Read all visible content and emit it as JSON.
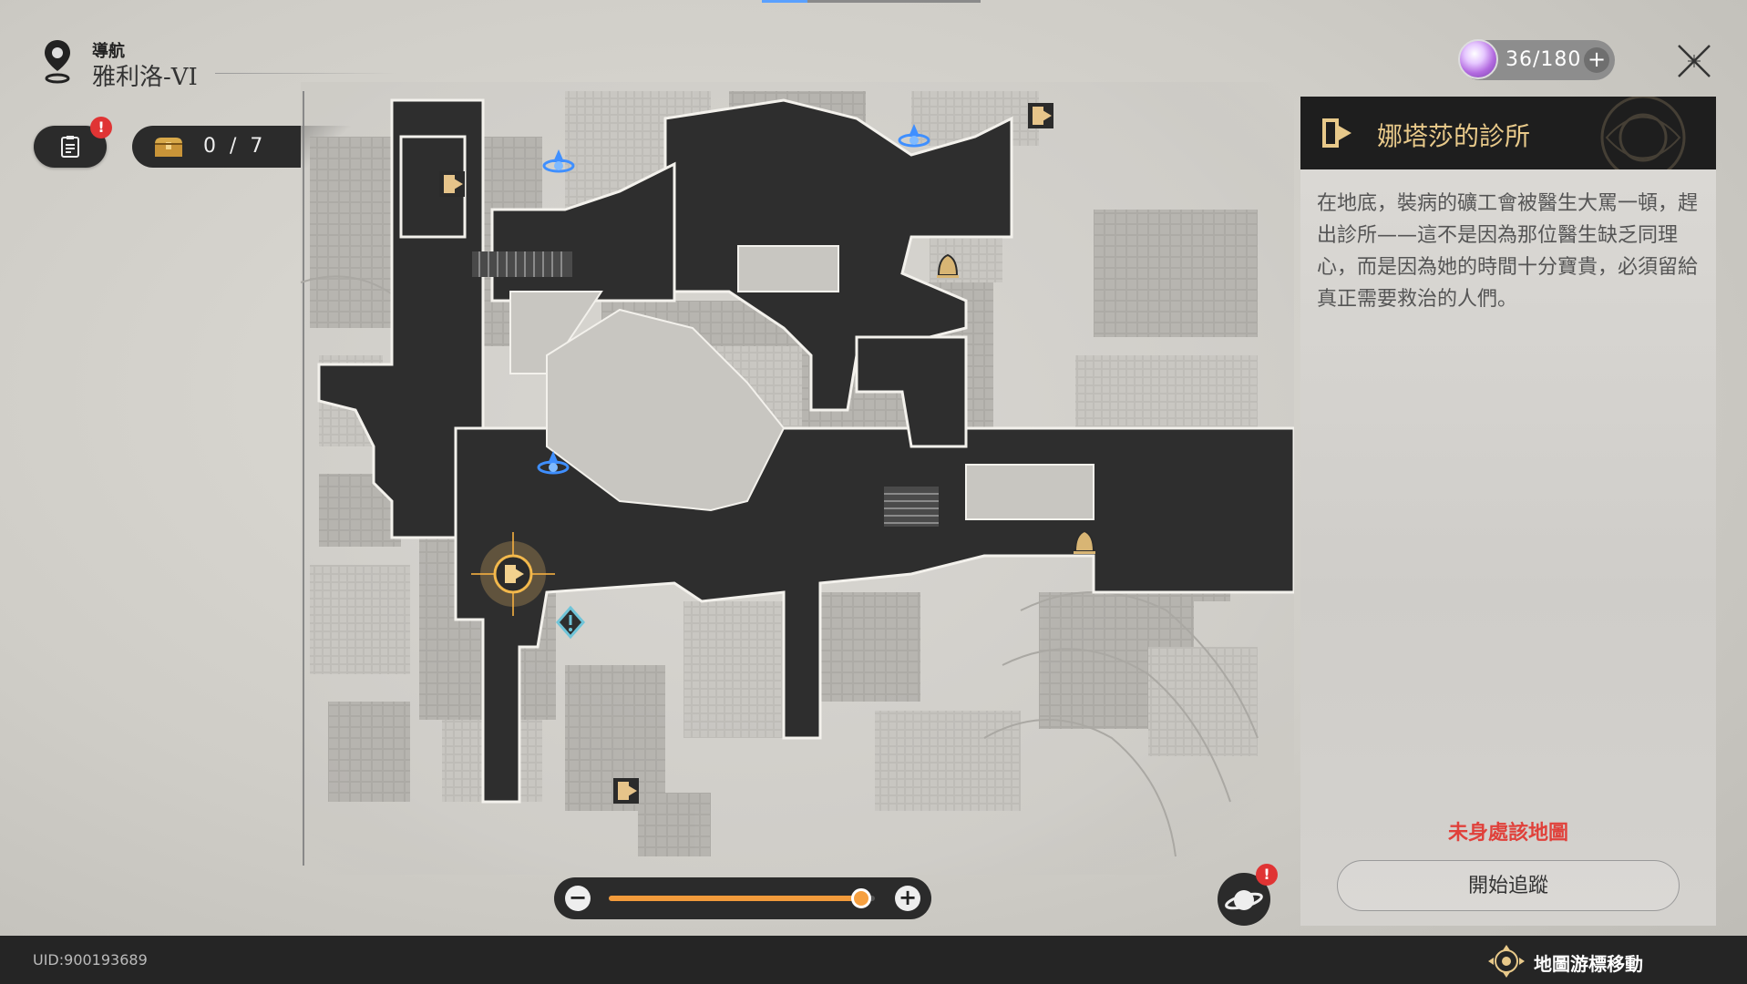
{
  "nav": {
    "label": "導航",
    "region": "雅利洛-VI"
  },
  "quest_log": {
    "badge": "!"
  },
  "chest": {
    "count": "0 / 7"
  },
  "stamina": {
    "value": "36/180",
    "plus": "+"
  },
  "info": {
    "title": "娜塔莎的診所",
    "description": "在地底，裝病的礦工會被醫生大罵一頓，趕出診所——這不是因為那位醫生缺乏同理心，而是因為她的時間十分寶貴，必須留給真正需要救治的人們。",
    "warning": "未身處該地圖",
    "track_button": "開始追蹤"
  },
  "zoom": {
    "minus": "−",
    "plus": "+",
    "level_fraction": 0.95
  },
  "planet": {
    "badge": "!"
  },
  "footer": {
    "uid": "UID:900193689",
    "cursor_hint": "地圖游標移動"
  },
  "colors": {
    "accent_gold": "#e8c98a",
    "warning_red": "#e0413b",
    "zoom_orange": "#f39b3b",
    "teleport_blue": "#3f8fff",
    "map_path": "#2e2e2e"
  },
  "icons": {
    "nav": "map-pin-icon",
    "quest": "clipboard-icon",
    "chest": "treasure-chest-icon",
    "close": "close-icon",
    "door": "door-exit-icon",
    "teleport": "space-anchor-icon",
    "shop": "merchant-bell-icon",
    "mission": "mission-marker-icon",
    "planet": "planet-icon",
    "cursor": "cursor-move-icon"
  }
}
